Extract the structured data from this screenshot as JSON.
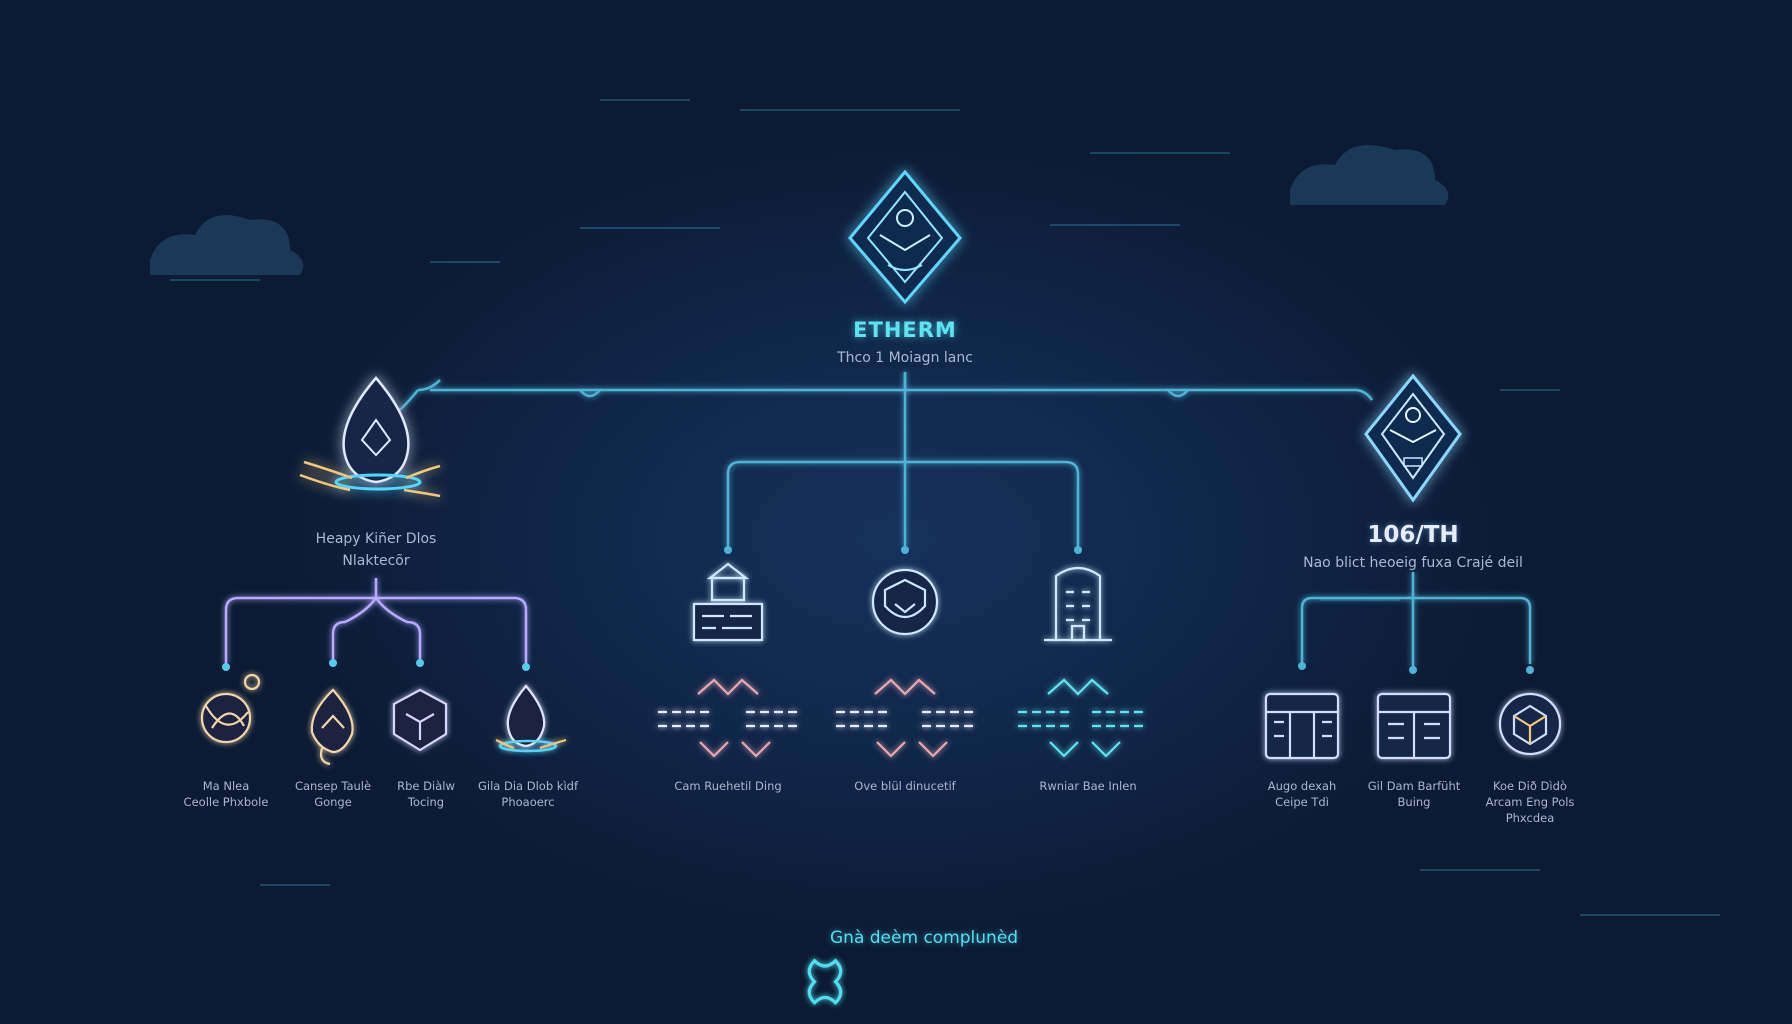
{
  "root": {
    "title": "ETHERM",
    "subtitle": "Thco 1 Moiagn lanc",
    "icon": "ethereum-diamond-icon"
  },
  "left_branch": {
    "title_line1": "Heapy Kiñer Dlos",
    "title_line2": "Nlaktecõr",
    "icon": "droplet-flame-icon",
    "children": [
      {
        "line1": "Ma Nlea",
        "line2": "Ceolle Phxbole",
        "icon": "shell-icon"
      },
      {
        "line1": "Cansep Taulè",
        "line2": "Gonge",
        "icon": "flame-leaf-icon"
      },
      {
        "line1": "Rbe Diàlw",
        "line2": "Tocing",
        "icon": "hex-shield-icon"
      },
      {
        "line1": "Gila Dia Dlob kìdf",
        "line2": "Phoaoerc",
        "icon": "droplet-icon"
      }
    ]
  },
  "center_branch": {
    "children": [
      {
        "label": "Cam Ruehetil Ding",
        "icon": "terminal-icon"
      },
      {
        "label": "Ove blül dinucetif",
        "icon": "round-shield-icon"
      },
      {
        "label": "Rwniar Bae Inlen",
        "icon": "building-icon"
      }
    ]
  },
  "right_branch": {
    "title": "106/TH",
    "subtitle": "Nao blict heoeig fuxa Crajé deil",
    "icon": "ethereum-diamond-icon",
    "children": [
      {
        "line1": "Augo dexah",
        "line2": "Ceipe Tdì",
        "line3": "",
        "icon": "dashboard-icon"
      },
      {
        "line1": "Gil Dam Barfüht",
        "line2": "Buing",
        "line3": "",
        "icon": "gate-icon"
      },
      {
        "line1": "Koe Dið Dìdò",
        "line2": "Arcam Eng Pols",
        "line3": "Phxcdea",
        "icon": "cube-badge-icon"
      }
    ]
  },
  "footer": {
    "text": "Gnà deèm complunèd",
    "icon": "x-knot-icon"
  },
  "colors": {
    "background": "#0c1a33",
    "cyan_accent": "#4fdff0",
    "line_blue": "#4fb3d6",
    "line_violet": "#b8a8ff",
    "gold_glow": "#f3c77a"
  }
}
